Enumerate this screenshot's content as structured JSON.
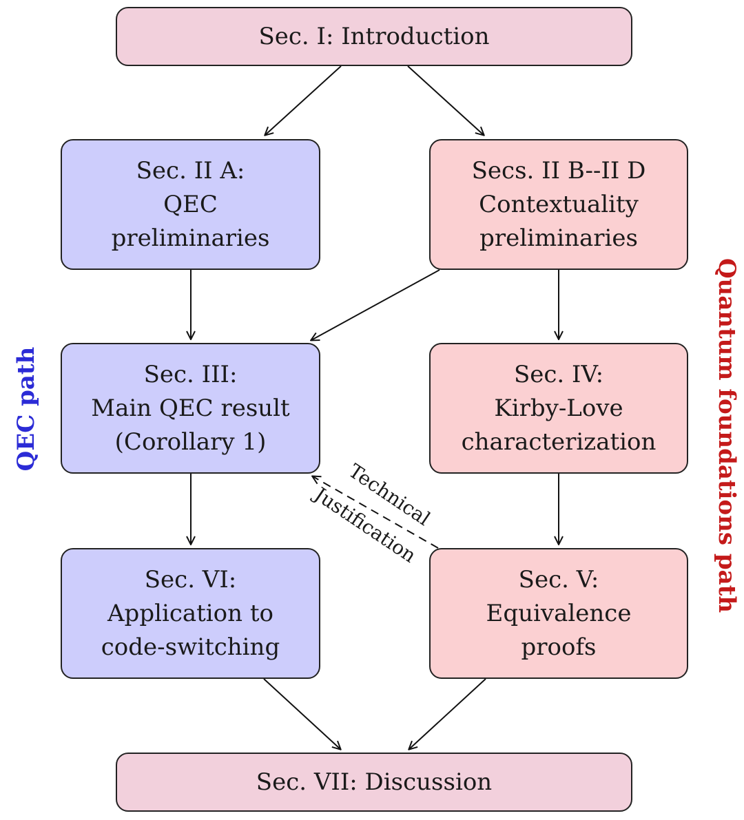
{
  "nodes": {
    "intro": {
      "lines": [
        "Sec. I: Introduction"
      ]
    },
    "qecpre": {
      "lines": [
        "Sec. II A:",
        "QEC",
        "preliminaries"
      ]
    },
    "ctxpre": {
      "lines": [
        "Secs. II B--II D",
        "Contextuality",
        "preliminaries"
      ]
    },
    "main": {
      "lines": [
        "Sec. III:",
        "Main QEC result",
        "(Corollary 1)"
      ]
    },
    "kirby": {
      "lines": [
        "Sec. IV:",
        "Kirby-Love",
        "characterization"
      ]
    },
    "app": {
      "lines": [
        "Sec. VI:",
        "Application to",
        "code-switching"
      ]
    },
    "equiv": {
      "lines": [
        "Sec. V:",
        "Equivalence",
        "proofs"
      ]
    },
    "disc": {
      "lines": [
        "Sec. VII: Discussion"
      ]
    }
  },
  "paths": {
    "qec": "QEC path",
    "quantum_foundations": "Quantum foundations path"
  },
  "edge_labels": {
    "technical": "Technical",
    "justification": "Justification"
  },
  "colors": {
    "intro_fill": "#f2d0dc",
    "qec_fill": "#cdcdfc",
    "foundations_fill": "#fbd0d2",
    "qec_path_text": "#2b2bd6",
    "foundations_path_text": "#c41a1a"
  }
}
